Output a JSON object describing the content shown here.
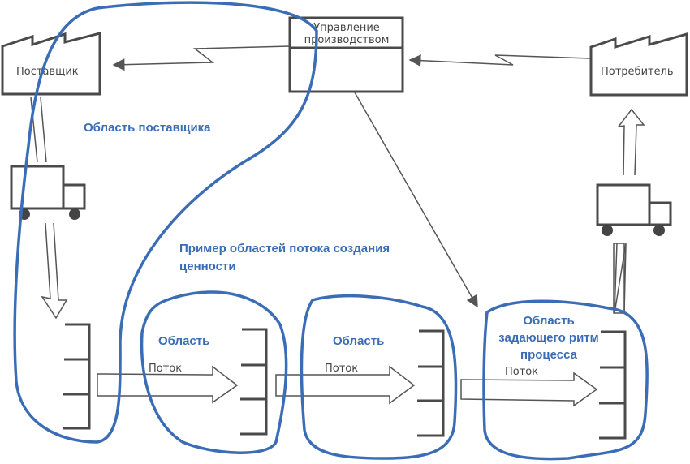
{
  "nodes": {
    "supplier": "Поставщик",
    "control_line1": "Управление",
    "control_line2": "производством",
    "customer": "Потребитель"
  },
  "regions": {
    "supplier_area": "Область поставщика",
    "value_stream_line1": "Пример областей потока создания",
    "value_stream_line2": "ценности",
    "area1": "Область",
    "area2": "Область",
    "pacemaker_line1": "Область",
    "pacemaker_line2": "задающего ритм",
    "pacemaker_line3": "процесса"
  },
  "flows": [
    "Поток",
    "Поток",
    "Поток"
  ],
  "colors": {
    "region": "#3a6db5",
    "ink": "#4a4a4a"
  }
}
